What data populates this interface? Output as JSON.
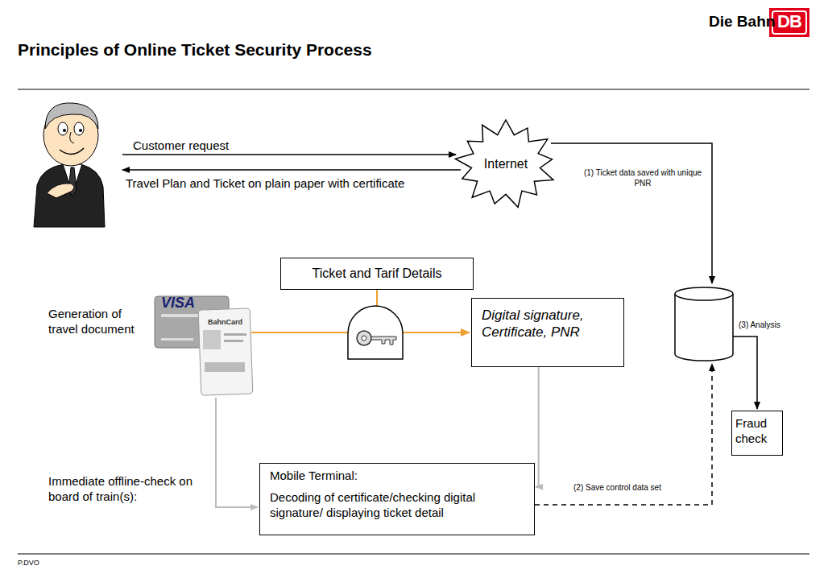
{
  "diagram": {
    "title": "Principles of Online Ticket Security Process",
    "nodes": [
      {
        "text": [
          "Internet"
        ]
      },
      {
        "text": [
          "Ticket and Tarif Details"
        ]
      },
      {
        "text": [
          "Digital signature, Certificate, PNR"
        ]
      },
      {
        "text": [
          "Mobile Terminal:",
          "Decoding of certificate/checking digital signature/ displaying ticket detail"
        ]
      },
      {
        "text": [
          "Fraud check"
        ]
      }
    ],
    "edges": [
      {
        "from": 2,
        "to": 3,
        "arrow": "to"
      }
    ],
    "labels": [
      "Die Bahn",
      "DB",
      "Customer request",
      "Travel Plan and Ticket on plain paper with certificate",
      "(1) Ticket data saved with unique PNR",
      "Generation of travel document",
      "VISA",
      "BahnCard",
      "(3) Analysis",
      "Immediate offline-check on board of train(s):",
      "(2) Save control data set",
      "P.DVO"
    ]
  }
}
